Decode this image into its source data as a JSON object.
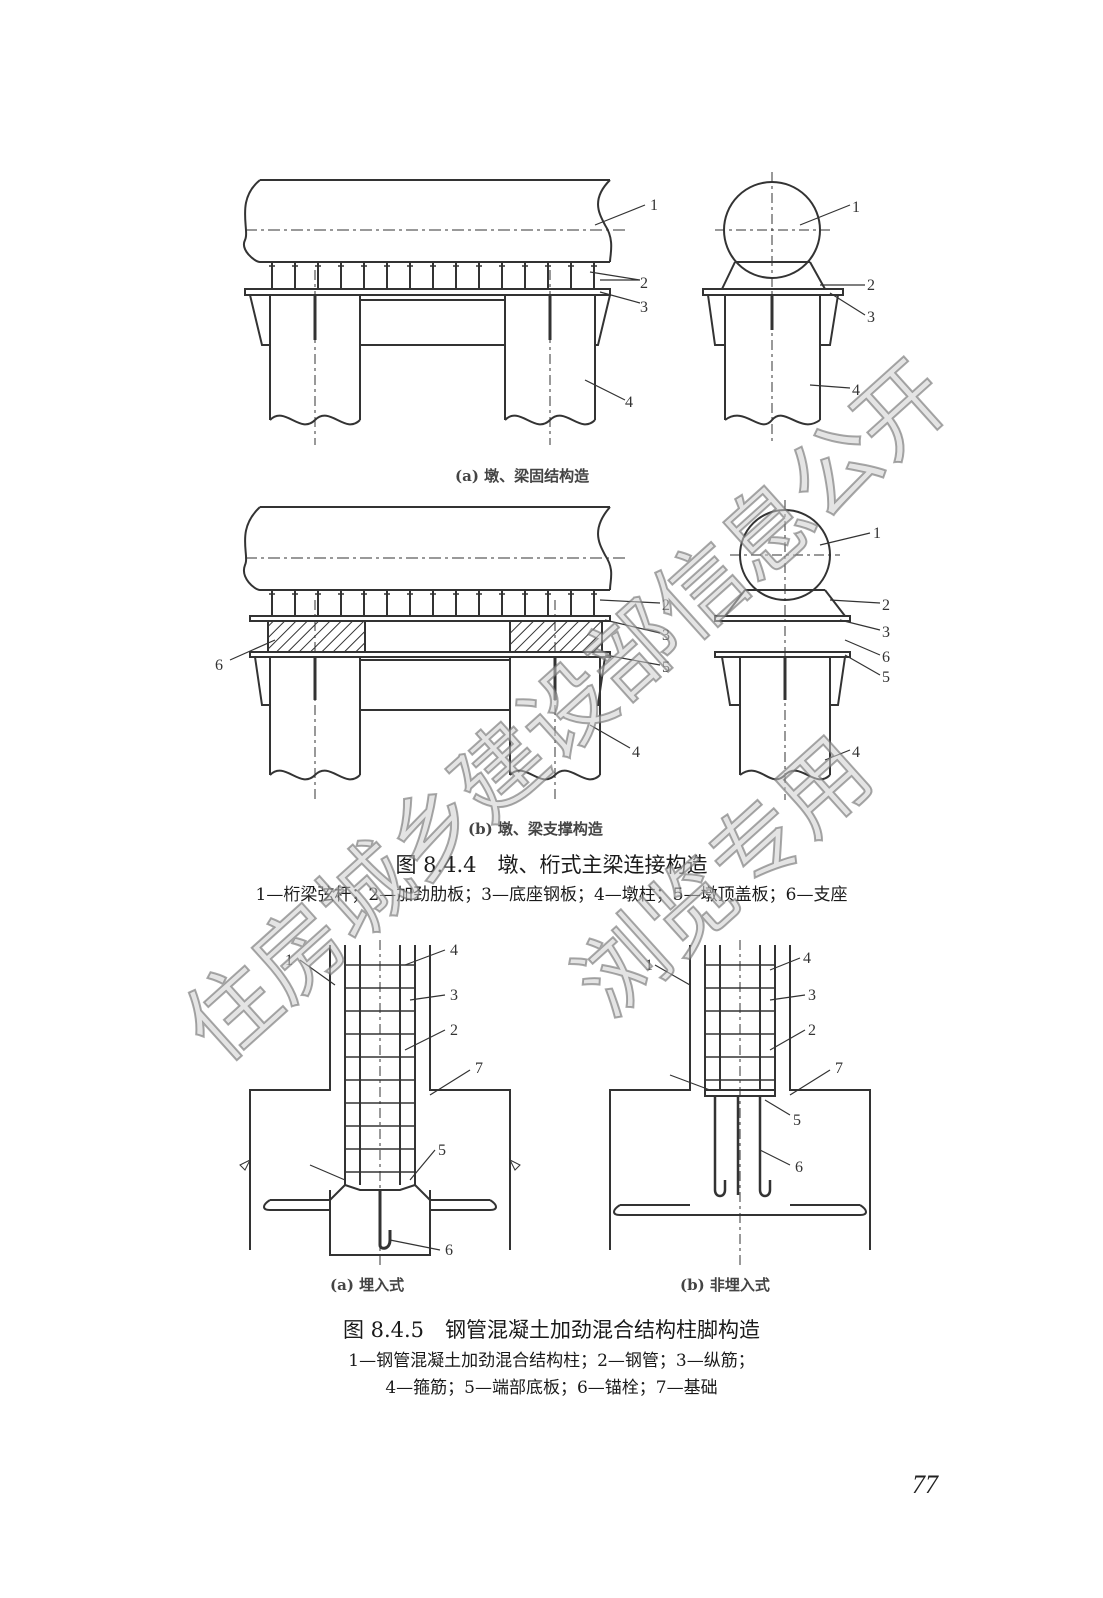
{
  "fig_844": {
    "sub_a": "(a) 墩、梁固结构造",
    "sub_b": "(b) 墩、梁支撑构造",
    "title": "图 8.4.4　墩、桁式主梁连接构造",
    "legend": "1—桁梁弦杆；2—加劲肋板；3—底座钢板；4—墩柱；5—墩顶盖板；6—支座",
    "callouts_a": [
      "1",
      "2",
      "3",
      "4",
      "1",
      "2",
      "3",
      "4"
    ],
    "callouts_b": [
      "2",
      "3",
      "6",
      "5",
      "4",
      "1",
      "2",
      "3",
      "6",
      "5",
      "4"
    ]
  },
  "fig_845": {
    "sub_a": "(a) 埋入式",
    "sub_b": "(b) 非埋入式",
    "title": "图 8.4.5　钢管混凝土加劲混合结构柱脚构造",
    "legend_line1": "1—钢管混凝土加劲混合结构柱；2—钢管；3—纵筋；",
    "legend_line2": "4—箍筋；5—端部底板；6—锚栓；7—基础",
    "callouts_a": [
      "1",
      "4",
      "3",
      "2",
      "7",
      "5",
      "6"
    ],
    "callouts_b": [
      "1",
      "4",
      "3",
      "2",
      "7",
      "5",
      "6"
    ]
  },
  "watermark": {
    "line1": "住房城乡建设部信息公开",
    "line2": "浏览专用"
  },
  "page_number": "77"
}
